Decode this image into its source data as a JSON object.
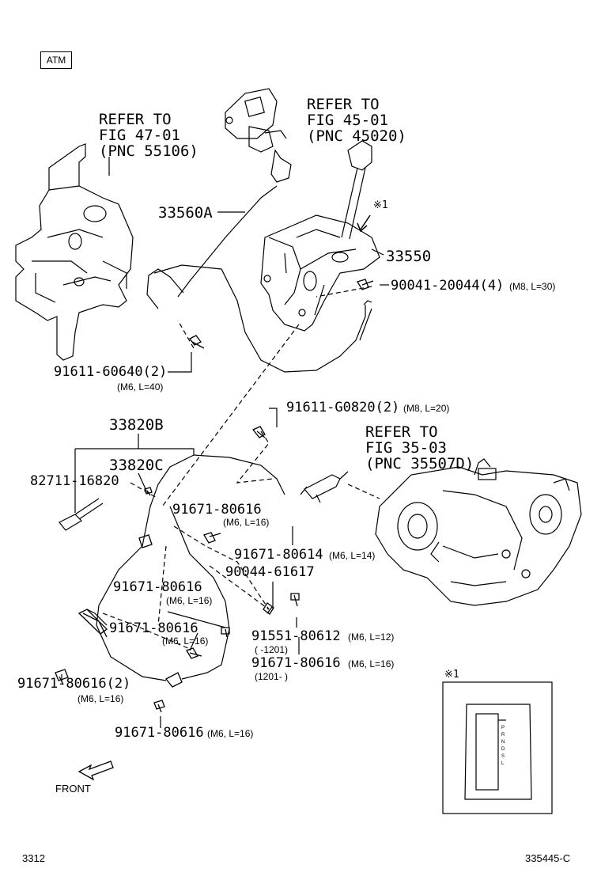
{
  "header": {
    "badge": "ATM"
  },
  "refs": {
    "bracket_ref": [
      "REFER TO",
      "FIG 47-01",
      "(PNC 55106)"
    ],
    "switch_ref": [
      "REFER TO",
      "FIG 45-01",
      "(PNC 45020)"
    ],
    "trans_ref": [
      "REFER TO",
      "FIG 35-03",
      "(PNC 35507D)"
    ]
  },
  "parts": {
    "p33560A": "33560A",
    "p33550": "33550",
    "p90041": "90041-20044(4)",
    "p90041_spec": "(M8, L=30)",
    "p91611_60640": "91611-60640(2)",
    "p91611_60640_spec": "(M6, L=40)",
    "p91611_G0820": "91611-G0820(2)",
    "p91611_G0820_spec": "(M8, L=20)",
    "p33820B": "33820B",
    "p33820C": "33820C",
    "p82711": "82711-16820",
    "p91671_80616_a": "91671-80616",
    "p91671_80616_a_spec": "(M6, L=16)",
    "p91671_80614": "91671-80614",
    "p91671_80614_spec": "(M6, L=14)",
    "p90044": "90044-61617",
    "p91671_80616_b": "91671-80616",
    "p91671_80616_b_spec": "(M6, L=16)",
    "p91671_80616_c": "91671-80616",
    "p91671_80616_c_spec": "(M6, L=16)",
    "p91551": "91551-80612",
    "p91551_spec": "(M6, L=12)",
    "p91551_date": "(      -1201)",
    "p91671_80616_d": "91671-80616",
    "p91671_80616_d_spec": "(M6, L=16)",
    "p91671_80616_d_date": "(1201-      )",
    "p91671_80616_2": "91671-80616(2)",
    "p91671_80616_2_spec": "(M6, L=16)",
    "p91671_80616_e": "91671-80616",
    "p91671_80616_e_spec": "(M6, L=16)"
  },
  "note_marker": "※1",
  "inset": {
    "marker": "※1",
    "gear_letters": [
      "P",
      "R",
      "N",
      "D",
      "S",
      "L"
    ]
  },
  "front_label": "FRONT",
  "footer": {
    "page_left": "3312",
    "page_right": "335445-C"
  }
}
